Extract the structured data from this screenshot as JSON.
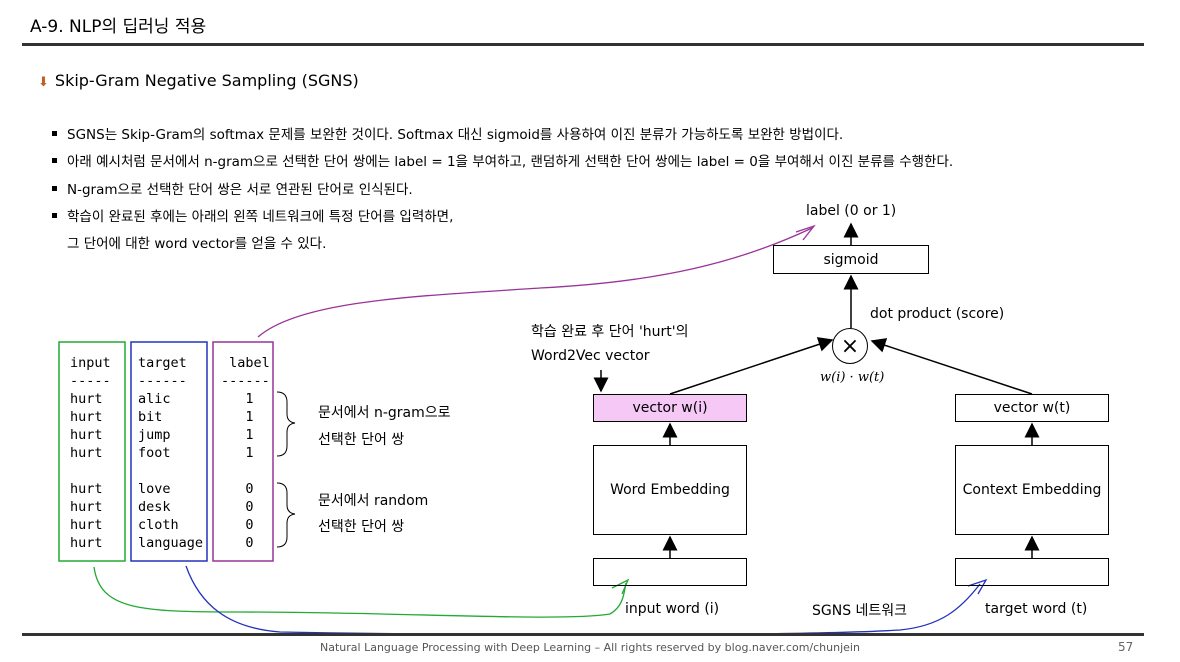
{
  "header": {
    "title": "A-9. NLP의 딥러닝 적용"
  },
  "subtitle": "Skip-Gram Negative Sampling (SGNS)",
  "bullets": [
    "SGNS는 Skip-Gram의 softmax 문제를 보완한 것이다. Softmax 대신 sigmoid를 사용하여 이진 분류가 가능하도록 보완한 방법이다.",
    "아래 예시처럼 문서에서 n-gram으로 선택한 단어 쌍에는 label = 1을 부여하고, 랜덤하게 선택한 단어 쌍에는 label = 0을 부여해서 이진 분류를 수행한다.",
    "N-gram으로 선택한 단어 쌍은 서로 연관된 단어로 인식된다.",
    "학습이 완료된 후에는 아래의 왼쪽 네트워크에 특정 단어를 입력하면,"
  ],
  "bullet4_cont": "그 단어에 대한 word vector를 얻을 수 있다.",
  "table": {
    "input": "input\n-----\nhurt\nhurt\nhurt\nhurt\n\nhurt\nhurt\nhurt\nhurt",
    "target": "target\n------\nalic\nbit\njump\nfoot\n\nlove\ndesk\ncloth\nlanguage",
    "label": " label\n------\n   1\n   1\n   1\n   1\n\n   0\n   0\n   0\n   0"
  },
  "annotations": {
    "ngram_1": "문서에서 n-gram으로",
    "ngram_2": "선택한 단어 쌍",
    "random_1": "문서에서 random",
    "random_2": "선택한 단어 쌍"
  },
  "diagram": {
    "label_out": "label (0 or 1)",
    "sigmoid": "sigmoid",
    "dot_product": "dot product (score)",
    "cross": "×",
    "formula": "w(i) · w(t)",
    "trained_1": "학습 완료 후 단어 'hurt'의",
    "trained_2": "Word2Vec vector",
    "vector_wi": "vector w(i)",
    "vector_wt": "vector w(t)",
    "word_embedding": "Word Embedding",
    "context_embedding": "Context Embedding",
    "input_word": "input word (i)",
    "sgns_network": "SGNS 네트워크",
    "target_word": "target word (t)"
  },
  "colors": {
    "input_box": "#22aa33",
    "target_box": "#2233bb",
    "label_box": "#993399",
    "vector_wi_fill": "#f5c8f5"
  },
  "footer": "Natural Language Processing with Deep Learning – All rights reserved by blog.naver.com/chunjein",
  "page_number": "57"
}
